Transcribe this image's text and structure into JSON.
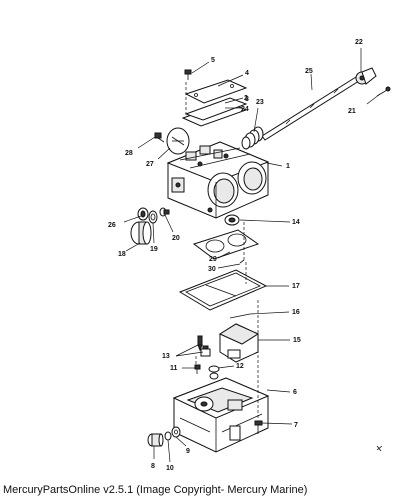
{
  "diagram": {
    "callouts": [
      "1",
      "2",
      "3",
      "4",
      "5",
      "6",
      "7",
      "8",
      "9",
      "10",
      "11",
      "12",
      "13",
      "14",
      "15",
      "16",
      "17",
      "18",
      "19",
      "20",
      "21",
      "22",
      "23",
      "24",
      "25",
      "26",
      "27",
      "28",
      "29",
      "30"
    ]
  },
  "footer": {
    "text": "MercuryPartsOnline v2.5.1 (Image Copyright- Mercury Marine)"
  }
}
